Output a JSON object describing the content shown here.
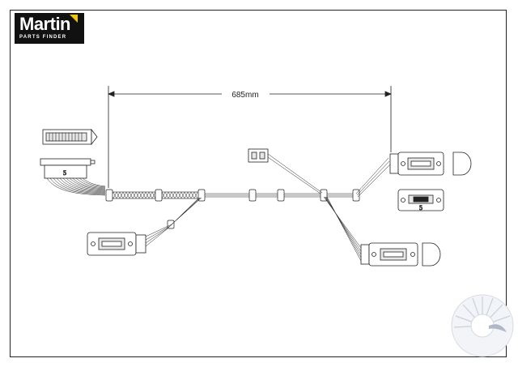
{
  "logo": {
    "word": "Martin",
    "tagline": "PARTS FINDER",
    "flag_color": "#f5c400"
  },
  "diagram": {
    "dimension_label": "685mm"
  },
  "colors": {
    "line": "#222222",
    "frame": "#222222",
    "connector_fill": "#e8e8e8",
    "braid": "#555555"
  }
}
